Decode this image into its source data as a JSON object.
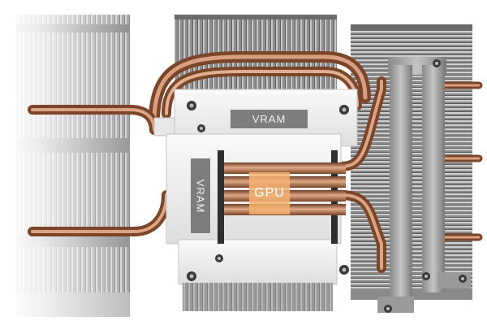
{
  "labels": {
    "vram_top": "VRAM",
    "vram_side": "VRAM",
    "gpu": "GPU"
  },
  "colors": {
    "background": "#ffffff",
    "vram_label_bg": "#7d7d7d",
    "gpu_highlight": "#f6b270",
    "copper_heatpipe": "#c9896a",
    "fin_gray": "#9a9a9a",
    "plate_white": "#f2f2f2"
  }
}
